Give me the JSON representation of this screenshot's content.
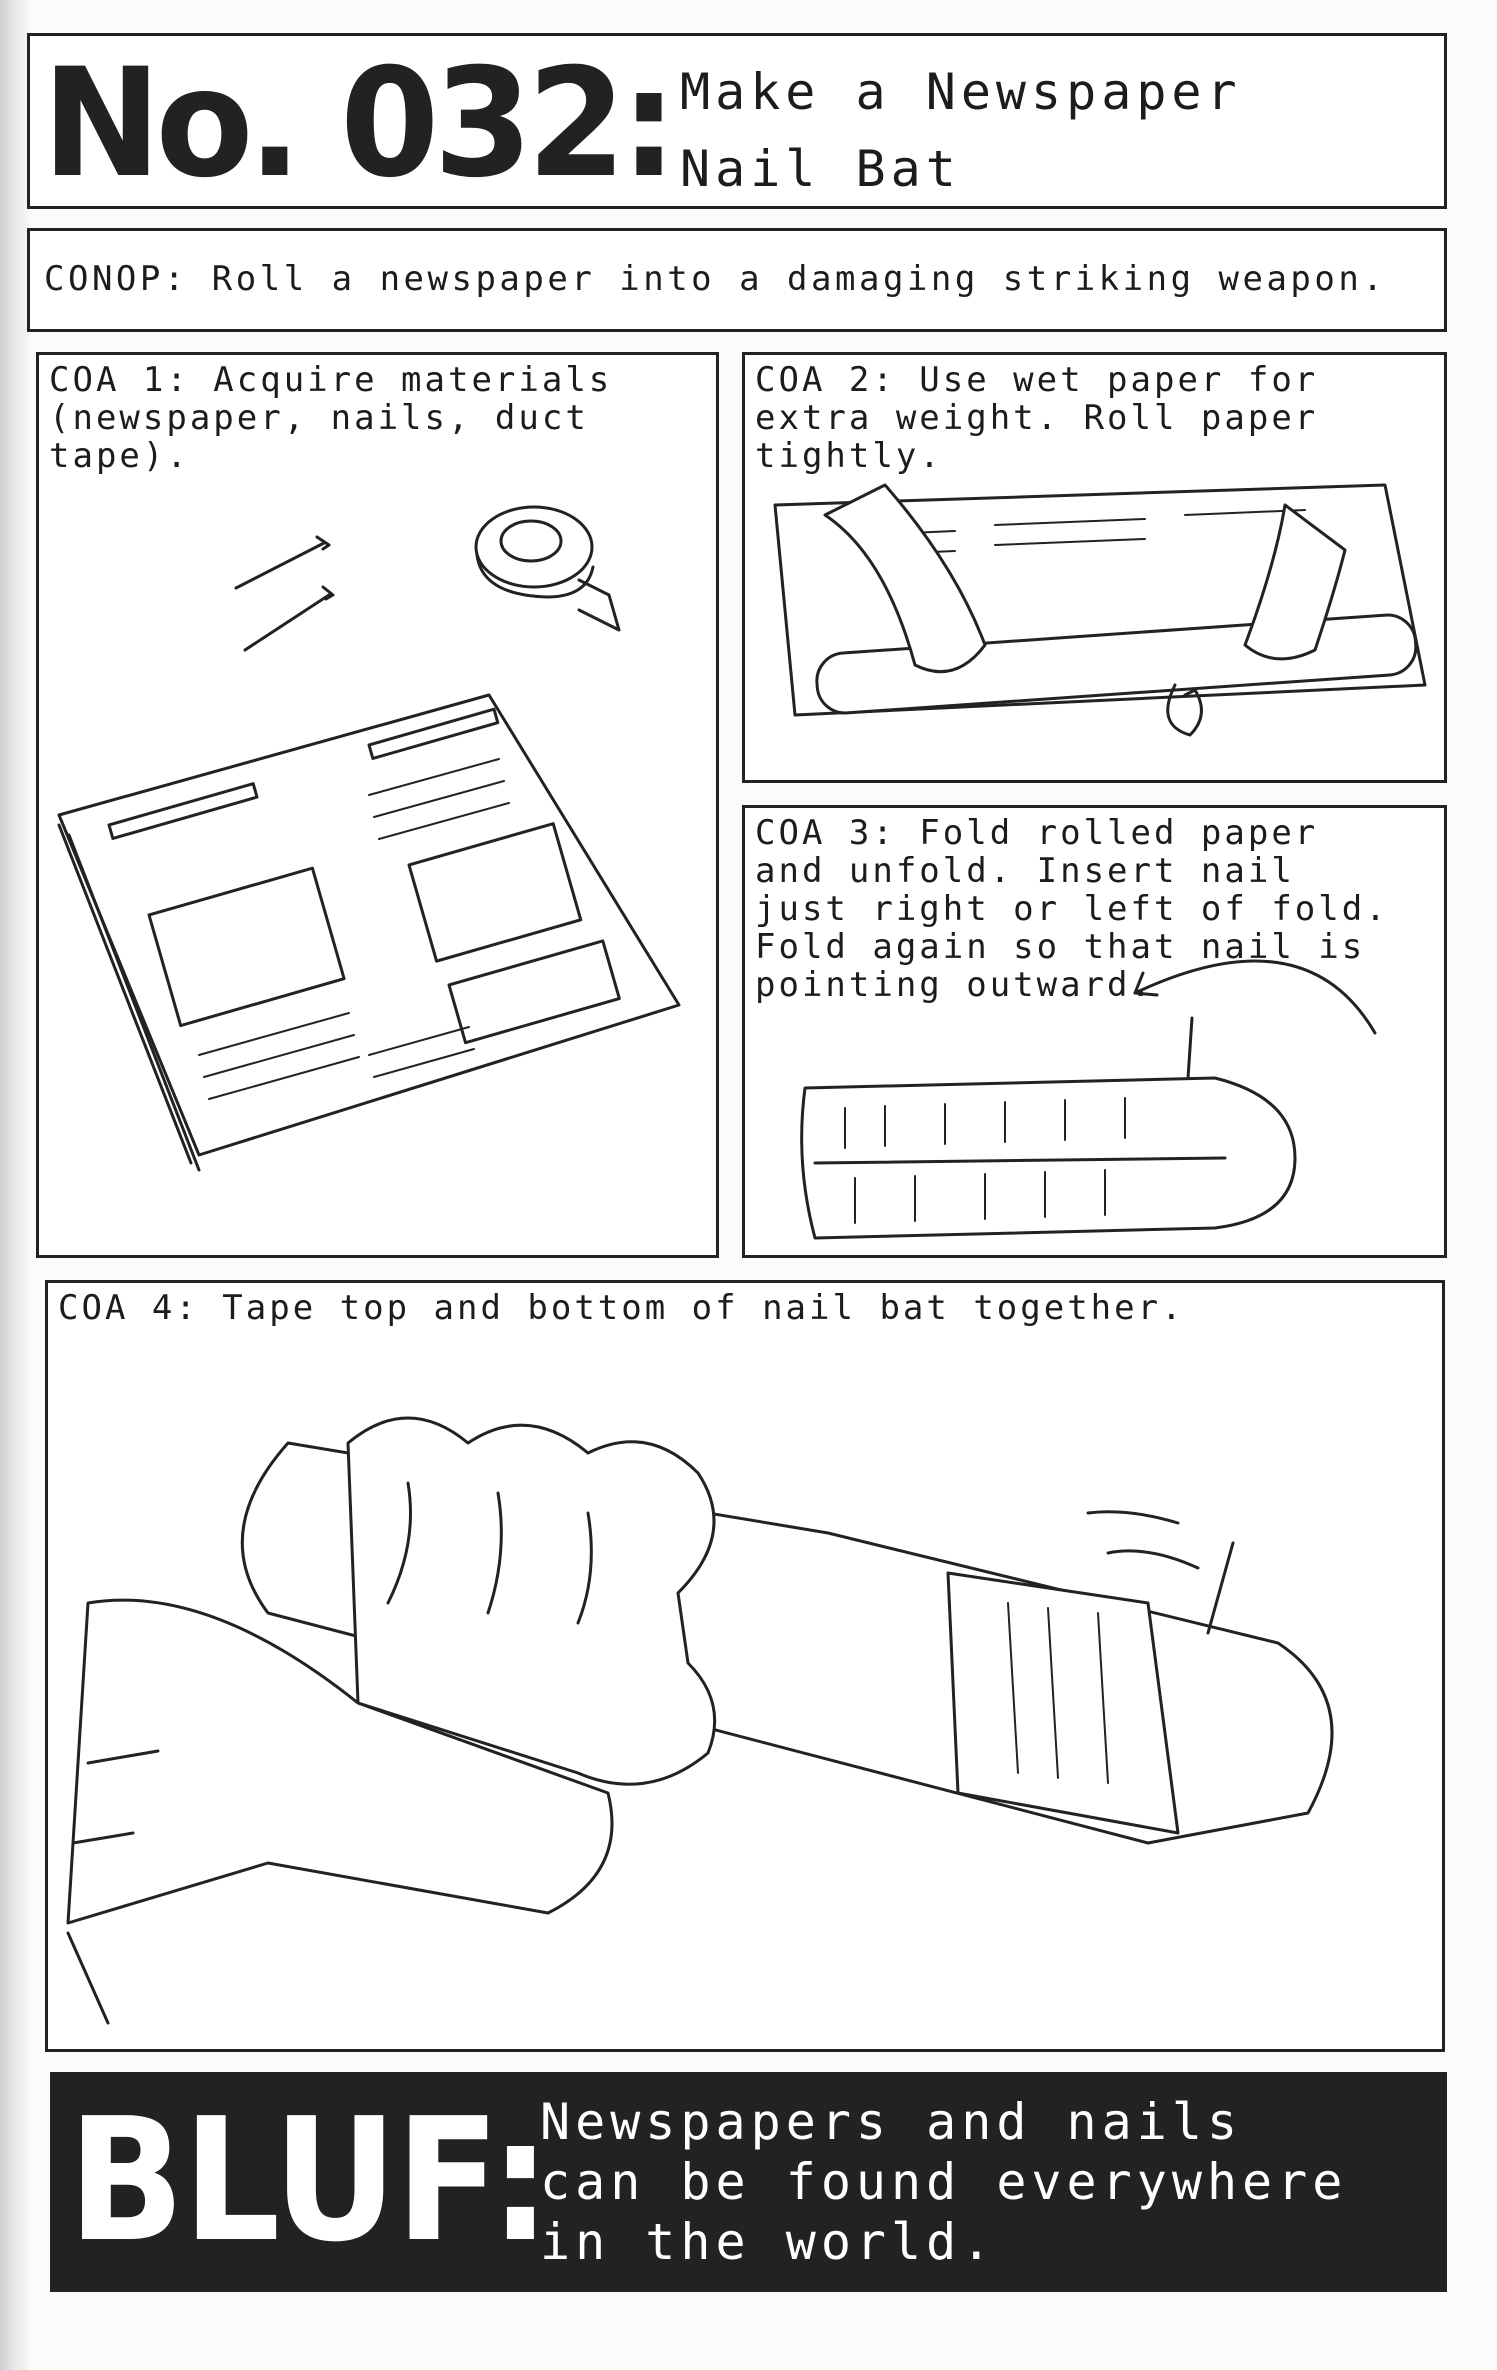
{
  "header": {
    "number": "No. 032:",
    "title": "Make a Newspaper\nNail Bat"
  },
  "conop": "CONOP: Roll a newspaper into a damaging striking weapon.",
  "panels": [
    {
      "caption": "COA 1: Acquire materials\n(newspaper, nails, duct\ntape)."
    },
    {
      "caption": "COA 2: Use wet paper for\nextra weight. Roll paper\ntightly."
    },
    {
      "caption": "COA 3: Fold rolled paper\nand unfold. Insert nail\njust right or left of fold.\nFold again so that nail is\npointing outward."
    },
    {
      "caption": "COA 4: Tape top and bottom of nail bat together."
    }
  ],
  "bluf": {
    "label": "BLUF:",
    "text": "Newspapers and nails\ncan be found everywhere\nin the world."
  },
  "colors": {
    "ink": "#222222",
    "paper": "#ffffff",
    "bluf_bg": "#222222"
  },
  "icons": [
    "nails-icon",
    "duct-tape-icon",
    "newspaper-icon",
    "rolling-hands-icon",
    "folded-roll-icon",
    "curved-arrow-icon",
    "fist-holding-bat-icon"
  ]
}
